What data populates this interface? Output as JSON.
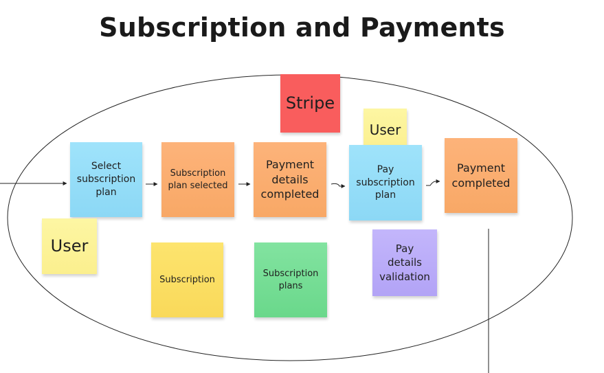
{
  "title": "Subscription and Payments",
  "notes": {
    "stripe": "Stripe",
    "user_top": "User",
    "select_plan": "Select\nsubscription\nplan",
    "plan_selected": "Subscription\nplan selected",
    "payment_details": "Payment\ndetails\ncompleted",
    "pay_plan": "Pay\nsubscription\nplan",
    "payment_completed": "Payment\ncompleted",
    "user_left": "User",
    "subscription": "Subscription",
    "subscription_plans": "Subscription\nplans",
    "pay_validation": "Pay\ndetails\nvalidation"
  },
  "colors": {
    "command": "#8cd8f5",
    "event": "#f8a866",
    "actor": "#fbef8e",
    "aggregate": "#f9d95a",
    "read_model": "#6ad88b",
    "policy": "#b2a3f6",
    "external_system": "#f95d5d"
  }
}
